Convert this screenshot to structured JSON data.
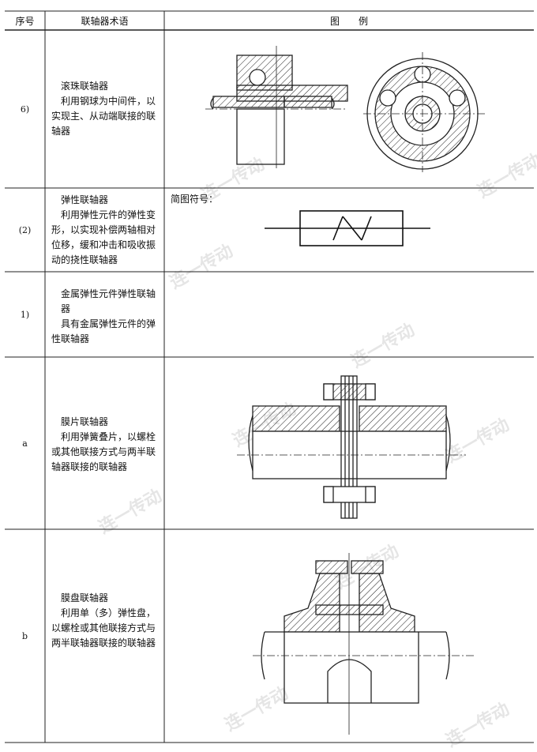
{
  "header": {
    "col_index": "序号",
    "col_term": "联轴器术语",
    "col_figure": "图　　例"
  },
  "rows": [
    {
      "index": "6)",
      "title": "滚珠联轴器",
      "desc": "利用钢球为中间件，以实现主、从动端联接的联轴器",
      "figure": "ball-coupling-drawing"
    },
    {
      "index": "(2)",
      "title": "弹性联轴器",
      "desc": "利用弹性元件的弹性变形，以实现补偿两轴相对位移，缓和冲击和吸收振动的挠性联轴器",
      "figure_caption": "简图符号：",
      "figure": "elastic-coupling-symbol"
    },
    {
      "index": "1)",
      "title": "金属弹性元件弹性联轴器",
      "desc": "具有金属弹性元件的弹性联轴器",
      "figure": ""
    },
    {
      "index": "a",
      "title": "膜片联轴器",
      "desc": "利用弹簧叠片，以螺栓或其他联接方式与两半联轴器联接的联轴器",
      "figure": "diaphragm-coupling-drawing"
    },
    {
      "index": "b",
      "title": "膜盘联轴器",
      "desc": "利用单（多）弹性盘，以螺栓或其他联接方式与两半联轴器联接的联轴器",
      "figure": "disc-coupling-drawing"
    }
  ],
  "watermark": "连一传动"
}
